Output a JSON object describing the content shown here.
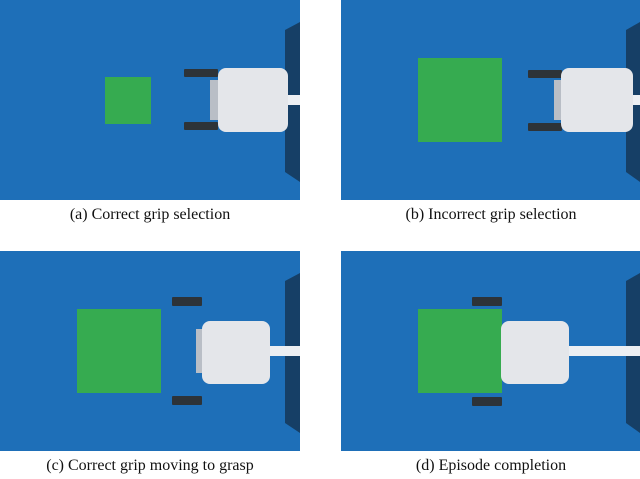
{
  "colors": {
    "background": "#1e6fb8",
    "wall": "#163f66",
    "object": "#36ab50",
    "gripper_body": "#e4e6ea",
    "gripper_shadow": "#b9bec6",
    "finger": "#2d3338",
    "arm": "#eceff3"
  },
  "panels": [
    {
      "id": "a",
      "caption": "(a) Correct grip selection"
    },
    {
      "id": "b",
      "caption": "(b) Incorrect grip selection"
    },
    {
      "id": "c",
      "caption": "(c) Correct grip moving to grasp"
    },
    {
      "id": "d",
      "caption": "(d) Episode completion"
    }
  ]
}
